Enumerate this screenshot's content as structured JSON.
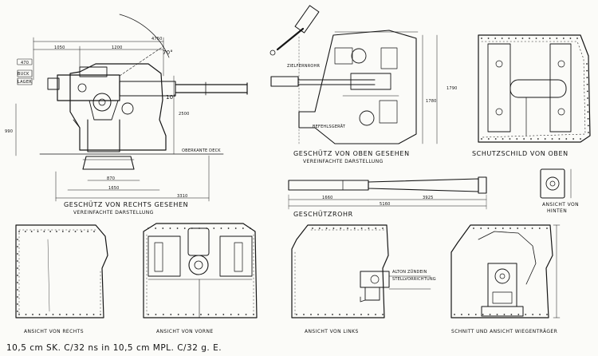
{
  "views": {
    "side": {
      "title": "GESCHÜTZ VON RECHTS GESEHEN",
      "subtitle": "VEREINFACHTE DARSTELLUNG"
    },
    "top": {
      "title": "GESCHÜTZ VON OBEN GESEHEN",
      "subtitle": "VEREINFACHTE DARSTELLUNG"
    },
    "shield_top": {
      "title": "SCHUTZSCHILD VON OBEN"
    },
    "barrel": {
      "title": "GESCHÜTZROHR"
    },
    "rear": {
      "title": "ANSICHT VON",
      "title2": "HINTEN"
    },
    "right": {
      "title": "ANSICHT VON RECHTS"
    },
    "front": {
      "title": "ANSICHT VON VORNE"
    },
    "left": {
      "title": "ANSICHT VON LINKS"
    },
    "section": {
      "title": "SCHNITT UND ANSICHT WIEGENTRÄGER"
    }
  },
  "annotations": {
    "deck": "OBERKANTE DECK",
    "buck": "BUCK",
    "lager": "LAGER",
    "angle_max": "70°",
    "angle_min": "10°",
    "zielfernrohr": "ZIELFERNROHR",
    "befehlsgeraet": "BEFEHLSGERÄT",
    "zuendeinrichtung_1": "ALTON ZÜNDEIN",
    "zuendeinrichtung_2": "STELLVORRICHTUNG"
  },
  "dimensions": {
    "total_length": "4750",
    "d1": "1050",
    "d2": "1200",
    "d3": "2500",
    "d4": "3310",
    "d5": "1650",
    "d6": "870",
    "d7": "990",
    "d8": "470",
    "d9": "1790",
    "barrel_1": "1660",
    "barrel_2": "3925",
    "barrel_3": "5160",
    "top_h": "1780"
  },
  "caption": "10,5 cm  SK. C/32 ns in 10,5 cm  MPL. C/32 g. E."
}
